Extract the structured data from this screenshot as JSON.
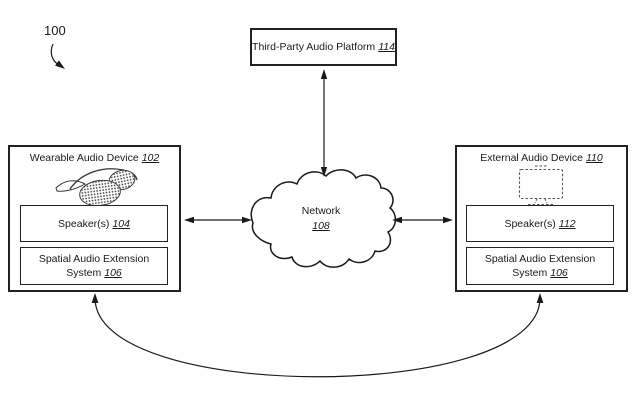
{
  "figure": {
    "number_label": "100",
    "type": "patent-system-diagram"
  },
  "nodes": {
    "third_party_platform": {
      "text": "Third-Party Audio Platform",
      "ref": "114"
    },
    "network": {
      "text": "Network",
      "ref": "108"
    },
    "wearable_device": {
      "text": "Wearable Audio Device",
      "ref": "102"
    },
    "wearable_speakers": {
      "text": "Speaker(s)",
      "ref": "104"
    },
    "wearable_spatial": {
      "line1": "Spatial Audio Extension",
      "line2": "System",
      "ref": "106"
    },
    "external_device": {
      "text": "External Audio Device",
      "ref": "110"
    },
    "external_speakers": {
      "text": "Speaker(s)",
      "ref": "112"
    },
    "external_spatial": {
      "line1": "Spatial Audio Extension",
      "line2": "System",
      "ref": "106"
    }
  },
  "icons": {
    "wearable": "sunglasses-icon",
    "external": "display-icon",
    "network": "cloud-shape"
  },
  "edges": [
    {
      "from": "third_party_platform",
      "to": "network",
      "type": "bidirectional"
    },
    {
      "from": "wearable_device",
      "to": "network",
      "type": "bidirectional"
    },
    {
      "from": "external_device",
      "to": "network",
      "type": "bidirectional"
    },
    {
      "from": "wearable_device",
      "to": "external_device",
      "type": "bidirectional-arc"
    }
  ],
  "colors": {
    "line": "#1a1a1a",
    "background": "#ffffff"
  }
}
